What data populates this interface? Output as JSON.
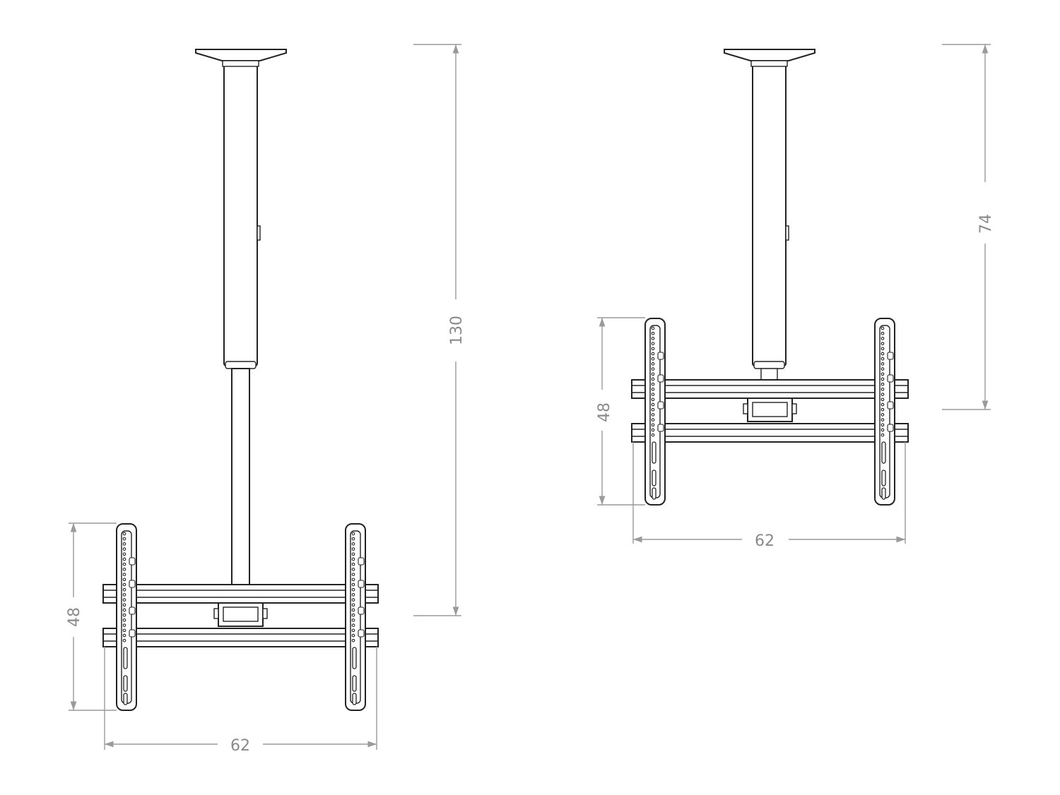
{
  "views": [
    {
      "name": "extended-view",
      "dimensions": {
        "height": "130",
        "bracket_height": "48",
        "width": "62"
      }
    },
    {
      "name": "retracted-view",
      "dimensions": {
        "height": "74",
        "bracket_height": "48",
        "width": "62"
      }
    }
  ],
  "colors": {
    "line": "#222222",
    "dimension": "#8a8a8a"
  }
}
